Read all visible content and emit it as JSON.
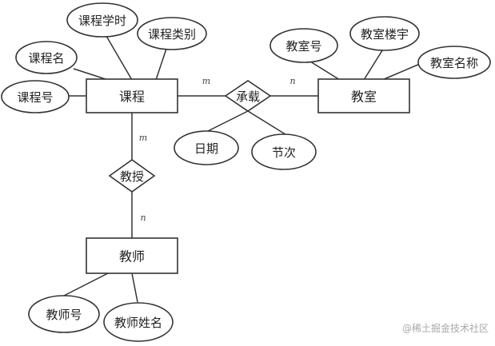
{
  "diagram": {
    "type": "ER diagram",
    "entities": [
      {
        "id": "course",
        "label": "课程"
      },
      {
        "id": "classroom",
        "label": "教室"
      },
      {
        "id": "teacher",
        "label": "教师"
      }
    ],
    "relationships": [
      {
        "id": "host",
        "label": "承载",
        "from": "course",
        "to": "classroom",
        "card_from": "m",
        "card_to": "n"
      },
      {
        "id": "teach",
        "label": "教授",
        "from": "course",
        "to": "teacher",
        "card_from": "m",
        "card_to": "n"
      }
    ],
    "attributes": {
      "course": [
        "课程号",
        "课程名",
        "课程学时",
        "课程类别"
      ],
      "classroom": [
        "教室号",
        "教室楼宇",
        "教室名称"
      ],
      "host": [
        "日期",
        "节次"
      ],
      "teacher": [
        "教师号",
        "教师姓名"
      ]
    }
  },
  "watermark": "@稀土掘金技术社区"
}
